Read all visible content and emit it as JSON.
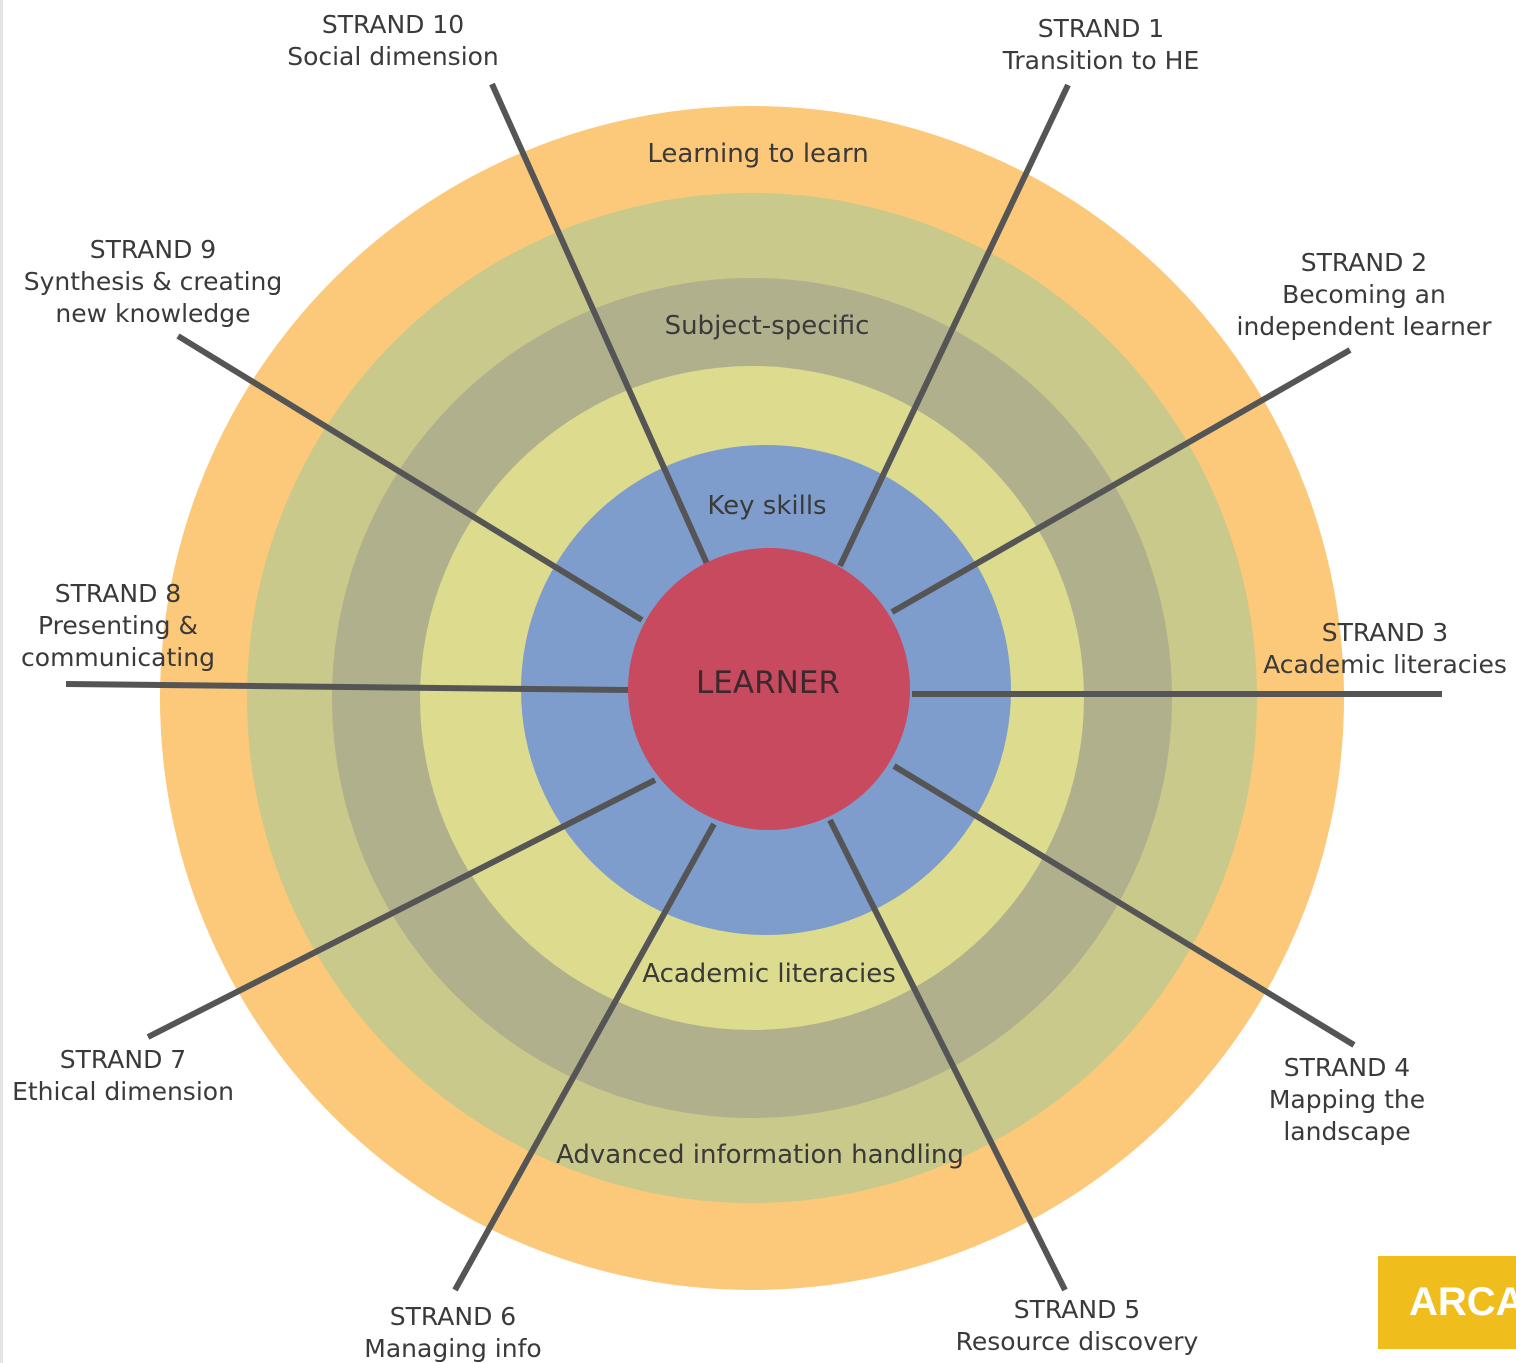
{
  "center": {
    "label": "LEARNER"
  },
  "rings": [
    {
      "label": "Learning to learn"
    },
    {
      "label": "Subject-specific"
    },
    {
      "label": "Key skills"
    },
    {
      "label": "Academic literacies"
    },
    {
      "label": "Advanced information handling"
    }
  ],
  "strands": [
    {
      "id": "strand-1",
      "lines": [
        "STRAND 1",
        "Transition to HE"
      ]
    },
    {
      "id": "strand-2",
      "lines": [
        "STRAND 2",
        "Becoming an",
        "independent learner"
      ]
    },
    {
      "id": "strand-3",
      "lines": [
        "STRAND 3",
        "Academic literacies"
      ]
    },
    {
      "id": "strand-4",
      "lines": [
        "STRAND 4",
        "Mapping the",
        "landscape"
      ]
    },
    {
      "id": "strand-5",
      "lines": [
        "STRAND 5",
        "Resource discovery"
      ]
    },
    {
      "id": "strand-6",
      "lines": [
        "STRAND 6",
        "Managing info"
      ]
    },
    {
      "id": "strand-7",
      "lines": [
        "STRAND 7",
        "Ethical dimension"
      ]
    },
    {
      "id": "strand-8",
      "lines": [
        "STRAND 8",
        "Presenting &",
        "communicating"
      ]
    },
    {
      "id": "strand-9",
      "lines": [
        "STRAND 9",
        "Synthesis & creating",
        "new knowledge"
      ]
    },
    {
      "id": "strand-10",
      "lines": [
        "STRAND 10",
        "Social dimension"
      ]
    }
  ],
  "logo": {
    "text": "ARCA"
  },
  "colors": {
    "outer_ring": "#fcc87a",
    "ring_olive_light": "#c8c98a",
    "ring_gray_olive": "#b1b08d",
    "ring_pale_yellow": "#dcdb8e",
    "inner_blue": "#7f9dcc",
    "center_red": "#c84a5e",
    "spoke": "#555555",
    "logo_bg": "#f0be1c"
  }
}
